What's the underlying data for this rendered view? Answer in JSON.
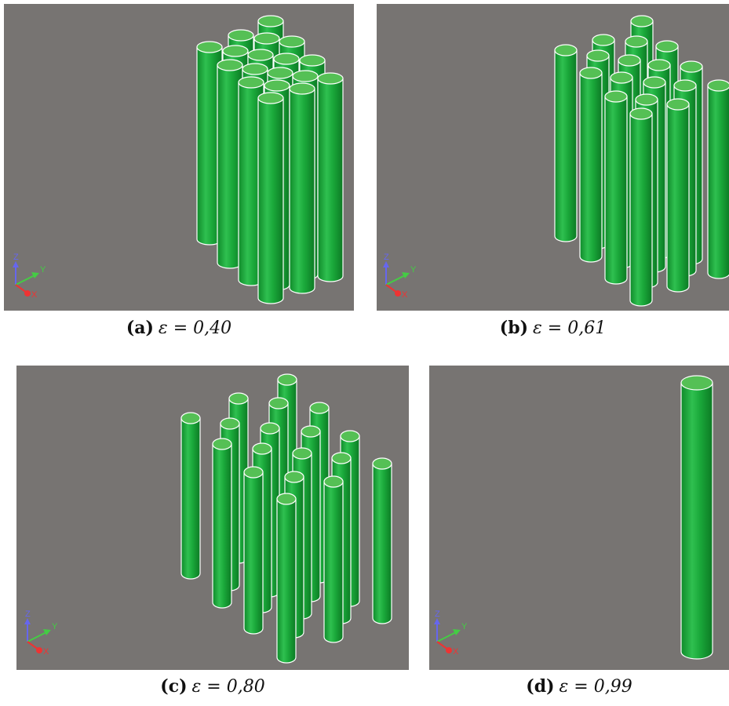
{
  "colors": {
    "background": "#777472",
    "cylinder_body": "#22b444",
    "cylinder_top": "#55c055",
    "outline": "#ffffff",
    "axis_z": "#6666ee",
    "axis_y": "#44cc44",
    "axis_x": "#ee3333"
  },
  "icons": [
    "view-axis-gizmo-icon"
  ],
  "axis_labels": {
    "z": "Z",
    "y": "Y",
    "x": "X"
  },
  "panels": [
    {
      "id": "a",
      "caption_label": "(a)",
      "caption_value": "ε = 0,40"
    },
    {
      "id": "b",
      "caption_label": "(b)",
      "caption_value": "ε = 0,61"
    },
    {
      "id": "c",
      "caption_label": "(c)",
      "caption_value": "ε = 0,80"
    },
    {
      "id": "d",
      "caption_label": "(d)",
      "caption_value": "ε = 0,99"
    }
  ]
}
